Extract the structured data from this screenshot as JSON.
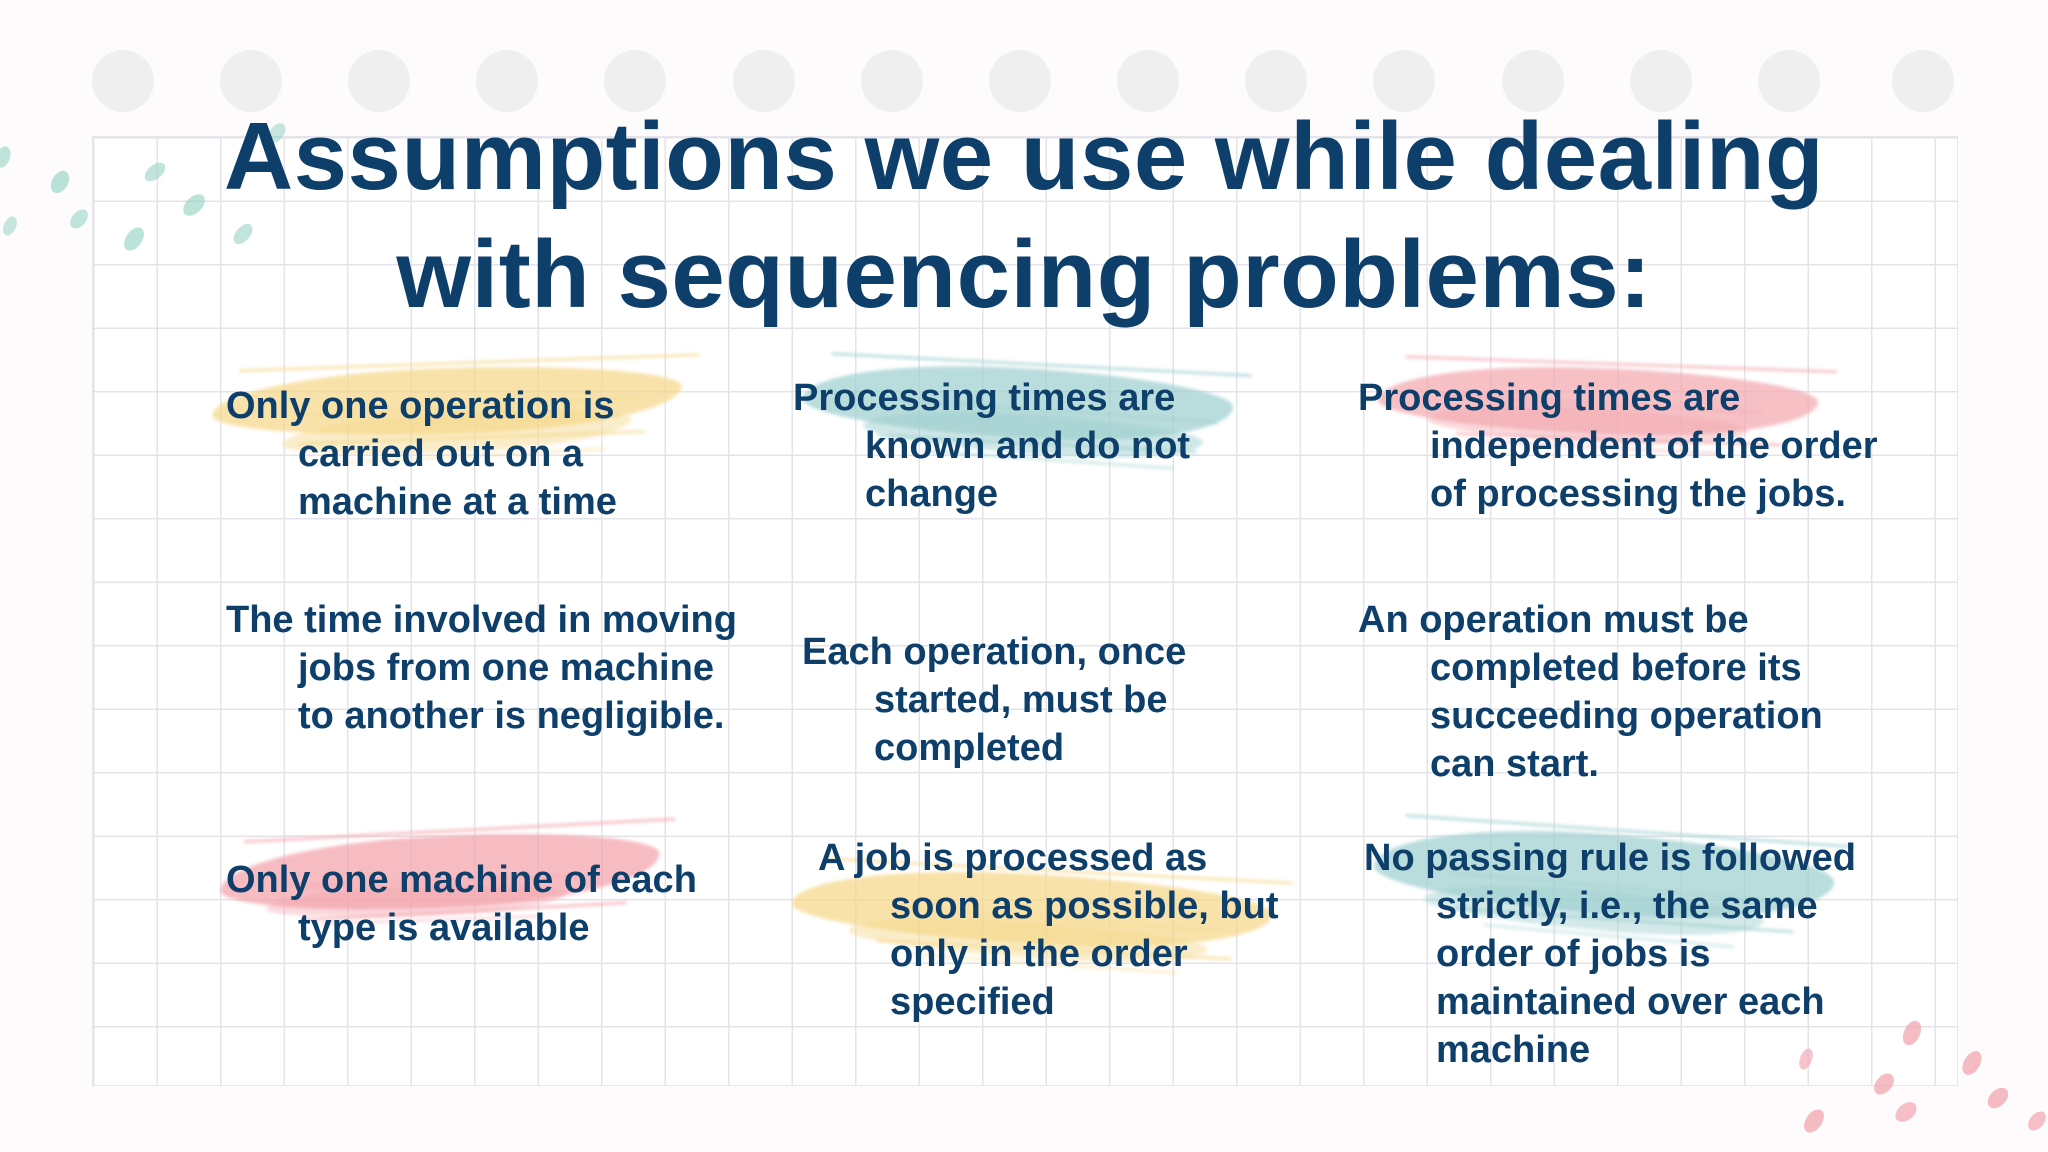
{
  "slide": {
    "title": "Assumptions we use while dealing with sequencing problems:"
  },
  "assumptions": [
    {
      "text": "Only one operation is carried out on a machine at a time",
      "brush_color": "#f6d88a"
    },
    {
      "text": "Processing times are known and do not change",
      "brush_color": "#9fcfcf"
    },
    {
      "text": "Processing times are independent of the order of processing the jobs.",
      "brush_color": "#f3a9b0"
    },
    {
      "text": "The time involved in moving jobs from one machine to another is negligible.",
      "brush_color": ""
    },
    {
      "text": "Each operation, once started, must be completed",
      "brush_color": ""
    },
    {
      "text": "An operation must be completed before its succeeding operation can start.",
      "brush_color": ""
    },
    {
      "text": "Only one machine of each type is available",
      "brush_color": "#f3a3ab"
    },
    {
      "text": "A job is processed as soon as possible, but only in the order specified",
      "brush_color": "#f6d88a"
    },
    {
      "text": "No passing rule is followed strictly, i.e., the same order of jobs is maintained over each machine",
      "brush_color": "#9fcfcf"
    }
  ],
  "theme": {
    "text_color": "#0d3f6a",
    "dot_color": "#efefef",
    "confetti_teal": "#8ed0c0",
    "confetti_pink": "#f2a5b0"
  }
}
